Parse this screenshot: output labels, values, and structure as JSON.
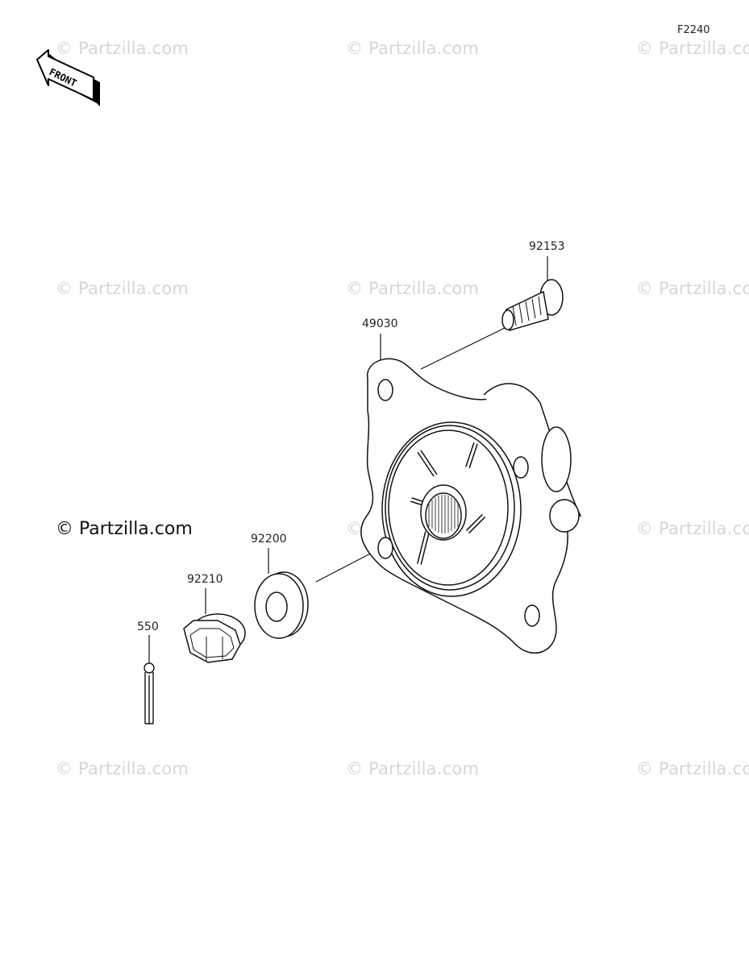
{
  "diagram_ref": "F2240",
  "front_label": "FRONT",
  "watermark_text": "© Partzilla.com",
  "watermark_main": "© Partzilla.com",
  "parts": {
    "bolt": "92153",
    "hub": "49030",
    "washer": "92200",
    "nut": "92210",
    "pin": "550"
  }
}
